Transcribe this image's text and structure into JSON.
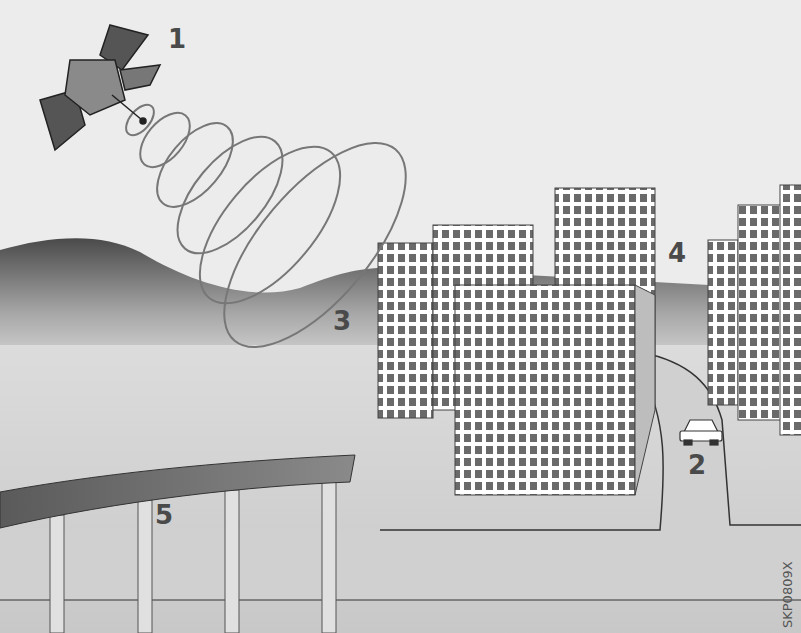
{
  "diagram": {
    "labels": [
      "1",
      "2",
      "3",
      "4",
      "5",
      "SKP0809X"
    ]
  }
}
